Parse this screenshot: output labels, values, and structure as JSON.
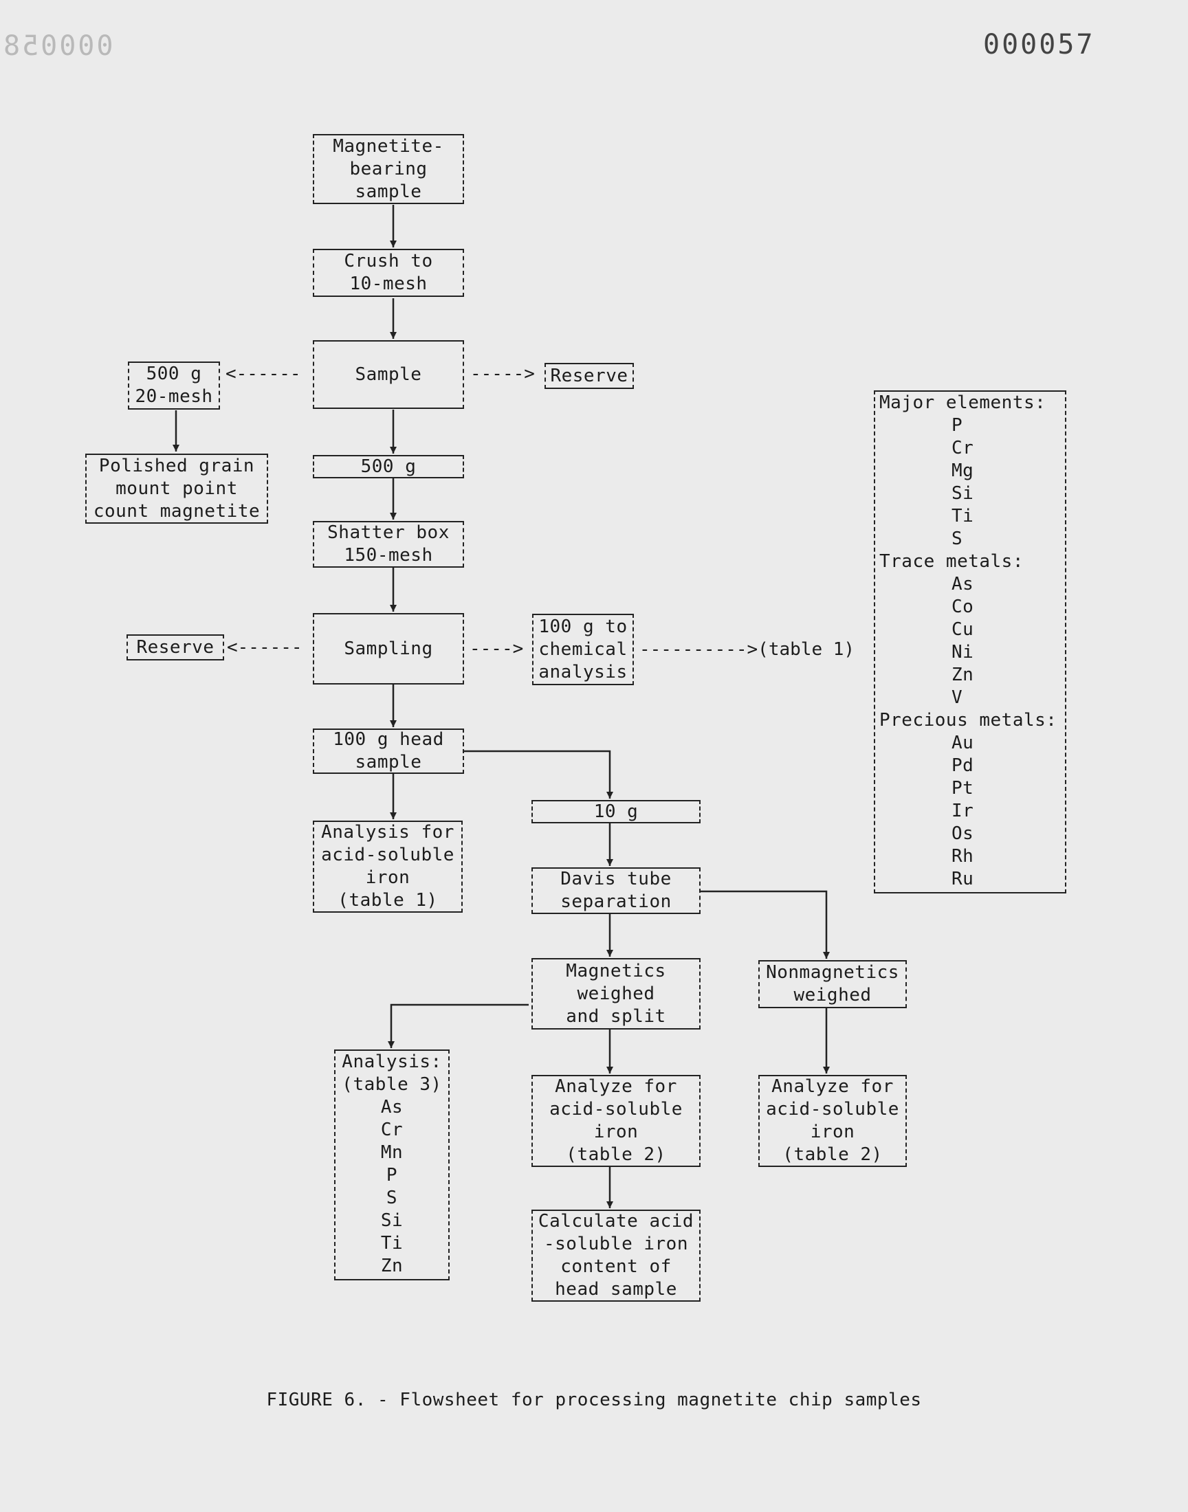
{
  "page": {
    "page_number": "000057",
    "mirrored_number": "000058"
  },
  "boxes": {
    "magnetite_sample": [
      "Magnetite-",
      "bearing",
      "sample"
    ],
    "crush": [
      "Crush to",
      "10-mesh"
    ],
    "sample": [
      "Sample"
    ],
    "g500_20mesh": [
      "500 g",
      "20-mesh"
    ],
    "reserve_1": [
      "Reserve"
    ],
    "polished": [
      "Polished grain",
      "mount point",
      "count magnetite"
    ],
    "g500": [
      "500 g"
    ],
    "shatter": [
      "Shatter box",
      "150-mesh"
    ],
    "sampling": [
      "Sampling"
    ],
    "reserve_2": [
      "Reserve"
    ],
    "chemical": [
      "100 g to",
      "chemical",
      "analysis"
    ],
    "head_sample": [
      "100 g head",
      "sample"
    ],
    "acid_analysis": [
      "Analysis for",
      "acid-soluble",
      "iron",
      "(table 1)"
    ],
    "g10": [
      "10 g"
    ],
    "davis": [
      "Davis tube",
      "separation"
    ],
    "magnetics": [
      "Magnetics",
      "weighed",
      "and split"
    ],
    "nonmagnetics": [
      "Nonmagnetics",
      "weighed"
    ],
    "analysis_table3": [
      "Analysis:",
      "(table 3)",
      "As",
      "Cr",
      "Mn",
      "P",
      "S",
      "Si",
      "Ti",
      "Zn"
    ],
    "analyze_mag": [
      "Analyze for",
      "acid-soluble",
      "iron",
      "(table 2)"
    ],
    "analyze_nonmag": [
      "Analyze for",
      "acid-soluble",
      "iron",
      "(table 2)"
    ],
    "calculate": [
      "Calculate acid",
      "-soluble iron",
      "content of",
      "head sample"
    ]
  },
  "connectors": {
    "dash_left_1": "<------",
    "dash_right_1": "----->",
    "dash_left_2": "<------",
    "dash_right_2": "---->",
    "dash_table1": "---------->(table 1)"
  },
  "elements": {
    "major_label": "Major elements:",
    "major": [
      "P",
      "Cr",
      "Mg",
      "Si",
      "Ti",
      "S"
    ],
    "trace_label": "Trace metals:",
    "trace": [
      "As",
      "Co",
      "Cu",
      "Ni",
      "Zn",
      "V"
    ],
    "precious_label": "Precious metals:",
    "precious": [
      "Au",
      "Pd",
      "Pt",
      "Ir",
      "Os",
      "Rh",
      "Ru"
    ]
  },
  "caption": "FIGURE 6. - Flowsheet for processing magnetite chip samples"
}
